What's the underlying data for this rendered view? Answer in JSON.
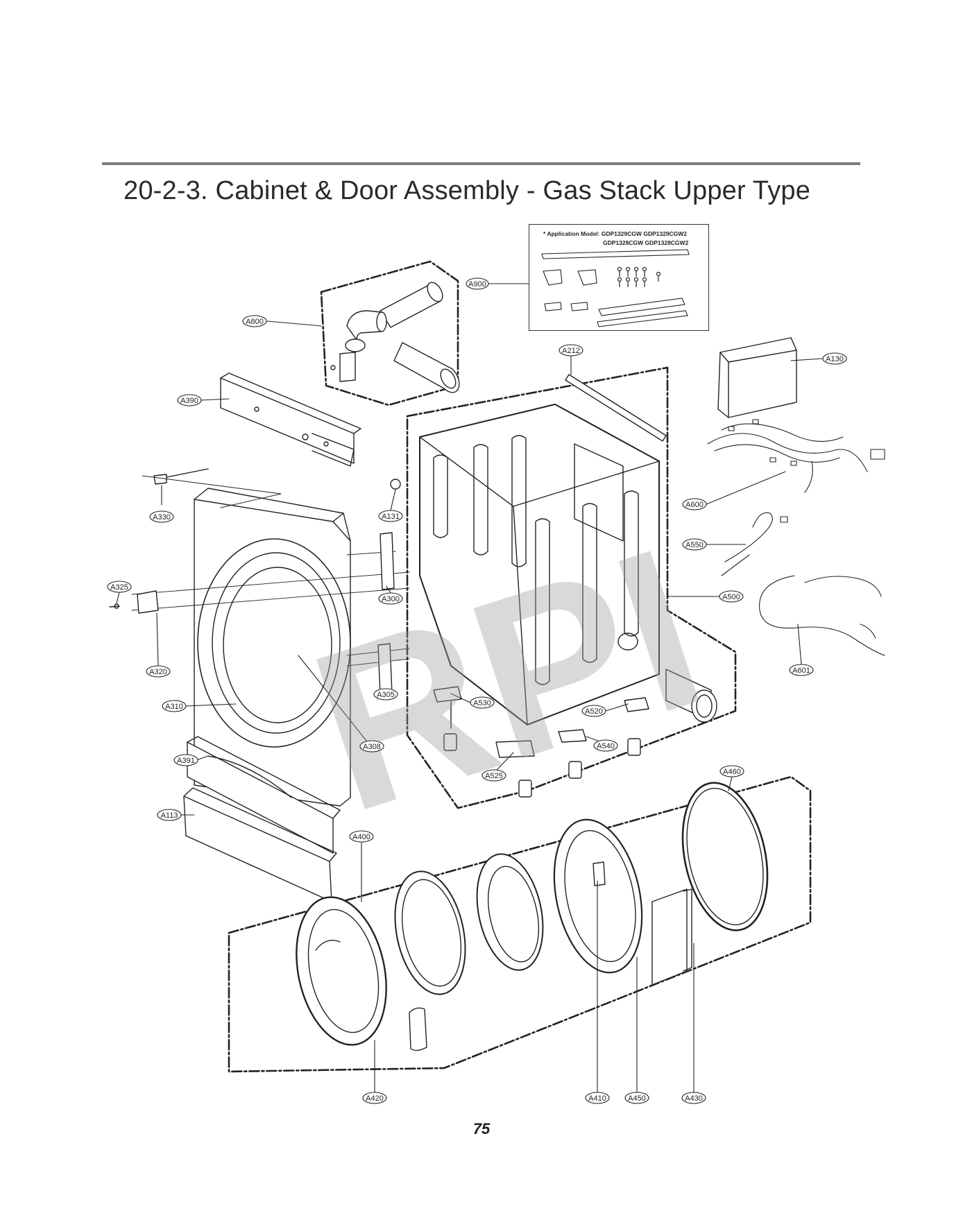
{
  "page": {
    "title": "20-2-3. Cabinet & Door Assembly - Gas Stack Upper Type",
    "page_number": "75"
  },
  "application_box": {
    "line1": "* Application Model: GDP1329CGW  GDP1329CGW2",
    "line2": "GDP1328CGW  GDP1328CGW2"
  },
  "watermark": "RPI",
  "callouts": {
    "A900": "A900",
    "A800": "A800",
    "A212": "A212",
    "A130": "A130",
    "A390": "A390",
    "A330": "A330",
    "A131": "A131",
    "A600": "A600",
    "A550": "A550",
    "A325": "A325",
    "A300": "A300",
    "A500": "A500",
    "A320": "A320",
    "A601": "A601",
    "A305": "A305",
    "A530": "A530",
    "A310": "A310",
    "A520": "A520",
    "A308": "A308",
    "A540": "A540",
    "A391": "A391",
    "A525": "A525",
    "A460": "A460",
    "A113": "A113",
    "A400": "A400",
    "A420": "A420",
    "A410": "A410",
    "A450": "A450",
    "A430": "A430"
  }
}
